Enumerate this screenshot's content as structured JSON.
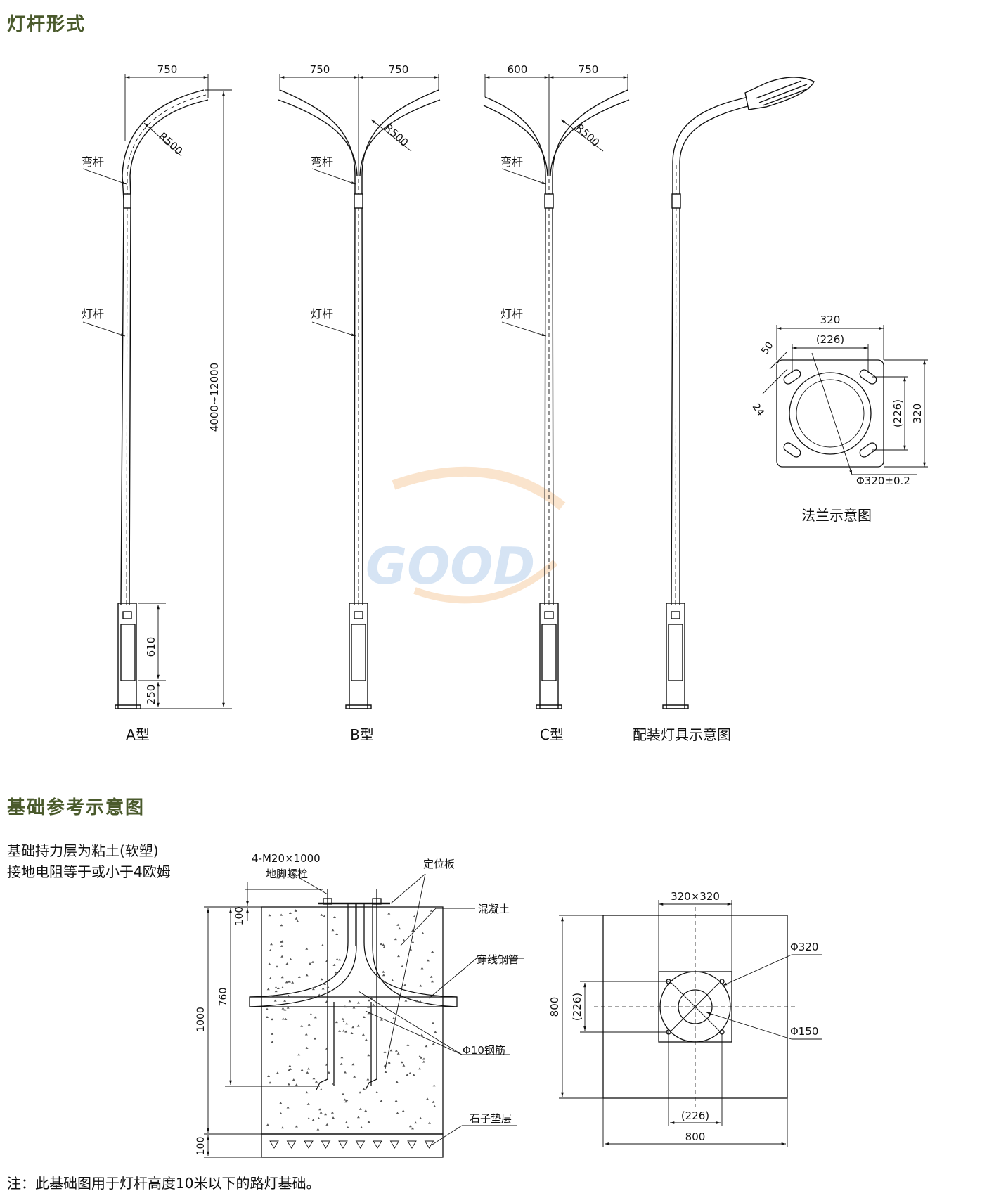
{
  "sections": {
    "pole_types_title": "灯杆形式",
    "foundation_title": "基础参考示意图"
  },
  "poles": {
    "a": {
      "caption": "A型",
      "arm_width": "750",
      "radius": "R500",
      "arm_label": "弯杆",
      "pole_label": "灯杆",
      "height": "4000~12000",
      "door_height": "610",
      "base_height": "250"
    },
    "b": {
      "caption": "B型",
      "arm_left": "750",
      "arm_right": "750",
      "radius": "R500",
      "arm_label": "弯杆",
      "pole_label": "灯杆"
    },
    "c": {
      "caption": "C型",
      "arm_left": "600",
      "arm_right": "750",
      "radius": "R500",
      "arm_label": "弯杆",
      "pole_label": "灯杆"
    },
    "fixture": {
      "caption": "配装灯具示意图"
    }
  },
  "flange": {
    "caption": "法兰示意图",
    "width": "320",
    "inner_width": "(226)",
    "slot_length": "50",
    "slot_width": "24",
    "inner_height": "(226)",
    "height": "320",
    "bore": "Φ320±0.2"
  },
  "foundation": {
    "notes": [
      "基础持力层为粘土(软塑)",
      "接地电阻等于或小于4欧姆"
    ],
    "bolts": "4-M20×1000",
    "bolts_label": "地脚螺栓",
    "plate_label": "定位板",
    "concrete_label": "混凝土",
    "conduit_label": "穿线钢管",
    "rebar_label": "Φ10钢筋",
    "gravel_label": "石子垫层",
    "dim_100_top": "100",
    "dim_760": "760",
    "dim_1000": "1000",
    "dim_100_bottom": "100"
  },
  "plan": {
    "plate": "320×320",
    "outer_diameter": "Φ320",
    "inner_diameter": "Φ150",
    "side": "800",
    "bottom": "800",
    "left_inner": "(226)",
    "bottom_inner": "(226)"
  },
  "footnote": "注：此基础图用于灯杆高度10米以下的路灯基础。"
}
